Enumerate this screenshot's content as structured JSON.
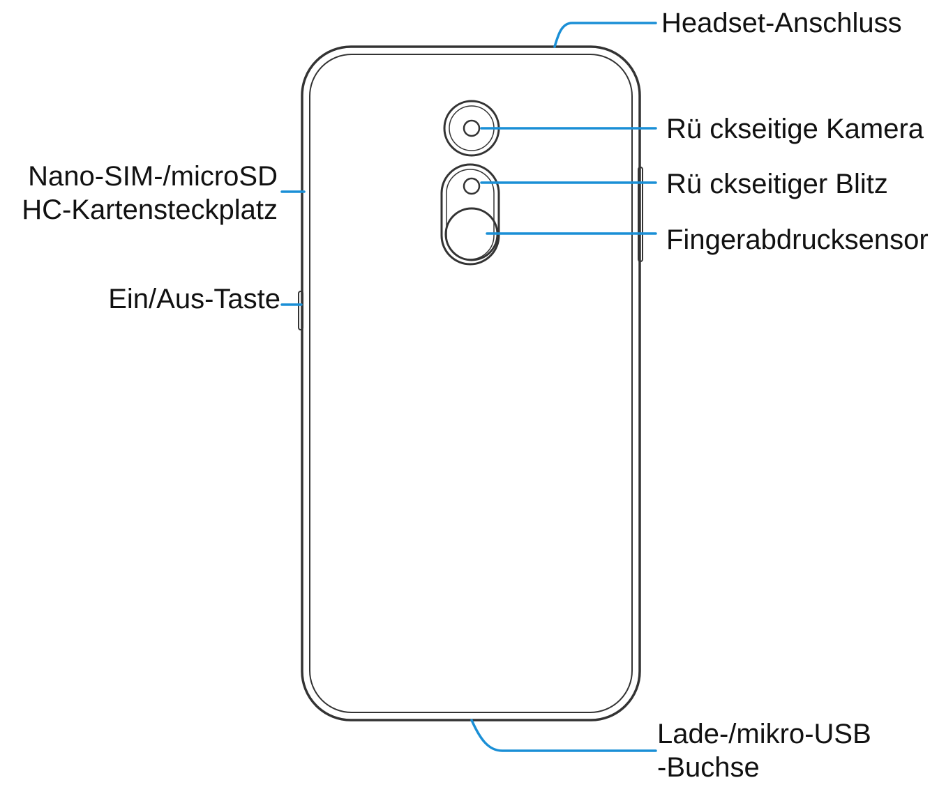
{
  "labels": {
    "headset": "Headset-Anschluss",
    "rear_camera": "Rü ckseitige Kamera",
    "rear_flash": "Rü ckseitiger Blitz",
    "fingerprint": "Fingerabdrucksensor",
    "sim_line1": "Nano-SIM-/microSD",
    "sim_line2": "HC-Kartensteckplatz",
    "power": "Ein/Aus-Taste",
    "usb_line1": "Lade-/mikro-USB",
    "usb_line2": "-Buchse"
  },
  "colors": {
    "leader": "#1a8fd6",
    "outline": "#333333",
    "text": "#111111",
    "background": "#ffffff"
  }
}
